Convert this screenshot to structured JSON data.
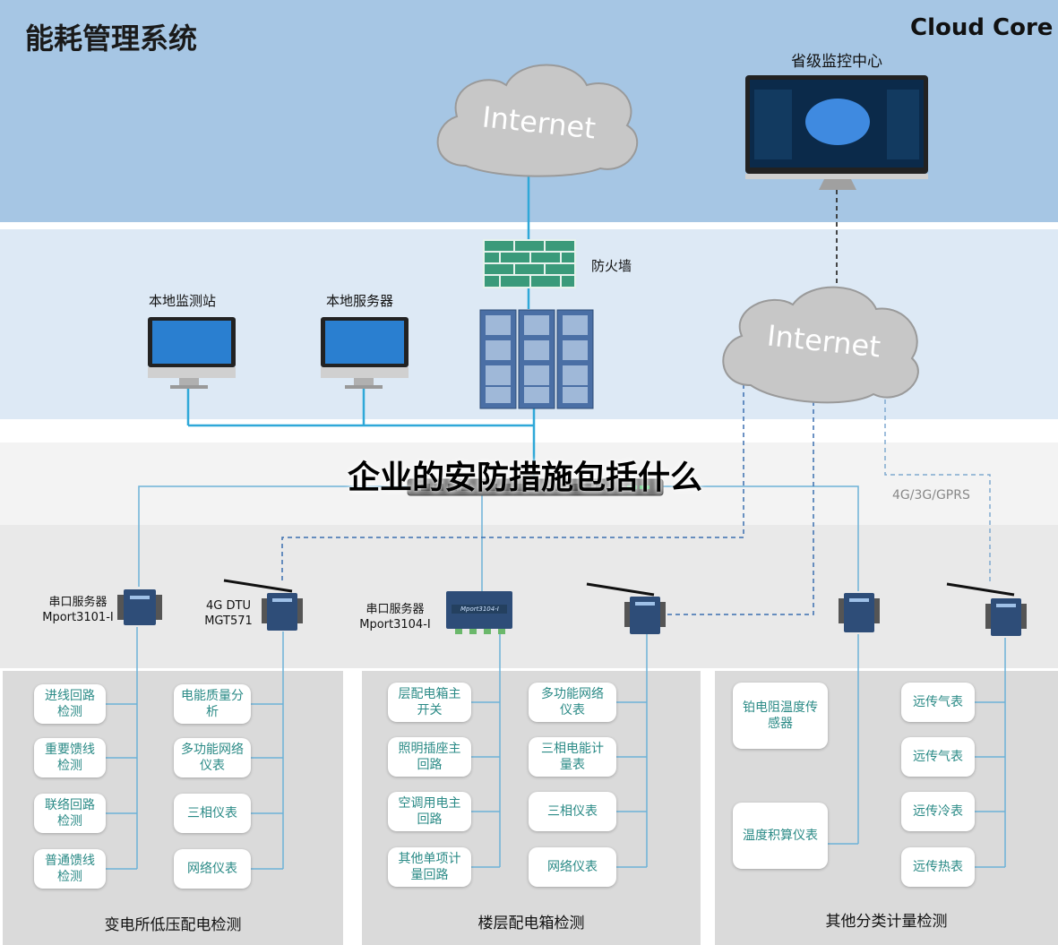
{
  "header": {
    "title": "能耗管理系统",
    "brand": "Cloud Core"
  },
  "overlay_title": "企业的安防措施包括什么",
  "nodes": {
    "internet_top": "Internet",
    "internet_right": "Internet",
    "province_center": "省级监控中心",
    "firewall": "防火墙",
    "local_station": "本地监测站",
    "local_server": "本地服务器",
    "network_4g": "4G/3G/GPRS"
  },
  "devices": {
    "mport3101_l1": "串口服务器",
    "mport3101_l2": "Mport3101-I",
    "dtu_l1": "4G DTU",
    "dtu_l2": "MGT571",
    "mport3104_l1": "串口服务器",
    "mport3104_l2": "Mport3104-I",
    "mport3104_face": "Mport3104-I"
  },
  "sections": {
    "substation": {
      "title": "变电所低压配电检测",
      "col1": [
        "进线回路\n检测",
        "重要馈线\n检测",
        "联络回路\n检测",
        "普通馈线\n检测"
      ],
      "col2": [
        "电能质量分\n析",
        "多功能网络\n仪表",
        "三相仪表",
        "网络仪表"
      ]
    },
    "floor": {
      "title": "楼层配电箱检测",
      "col1": [
        "层配电箱主\n开关",
        "照明插座主\n回路",
        "空调用电主\n回路",
        "其他单项计\n量回路"
      ],
      "col2": [
        "多功能网络\n仪表",
        "三相电能计\n量表",
        "三相仪表",
        "网络仪表"
      ]
    },
    "other": {
      "title": "其他分类计量检测",
      "col1": [
        "铂电阻温度传\n感器",
        "温度积算仪表"
      ],
      "col2": [
        "远传气表",
        "远传气表",
        "远传冷表",
        "远传热表"
      ]
    }
  },
  "colors": {
    "band_top": "#a6c6e4",
    "band_mid": "#dde9f5",
    "link": "#2fa8d8",
    "device_blue": "#2e4d78",
    "box_text": "#2a8a86",
    "firewall": "#3a9a7a"
  }
}
